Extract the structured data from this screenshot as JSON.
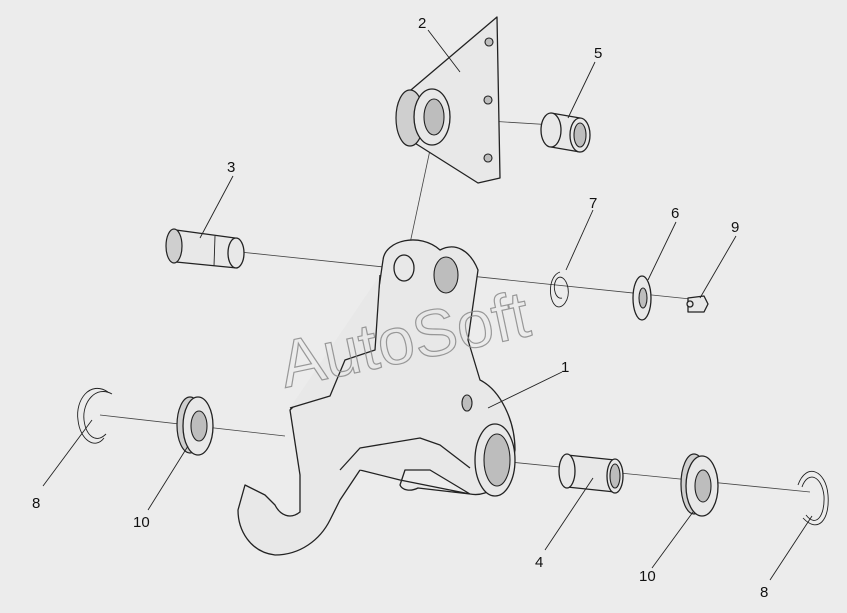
{
  "watermark": "AutoSoft",
  "callouts": [
    "1",
    "2",
    "3",
    "4",
    "5",
    "6",
    "7",
    "8",
    "8",
    "9",
    "10",
    "10"
  ]
}
